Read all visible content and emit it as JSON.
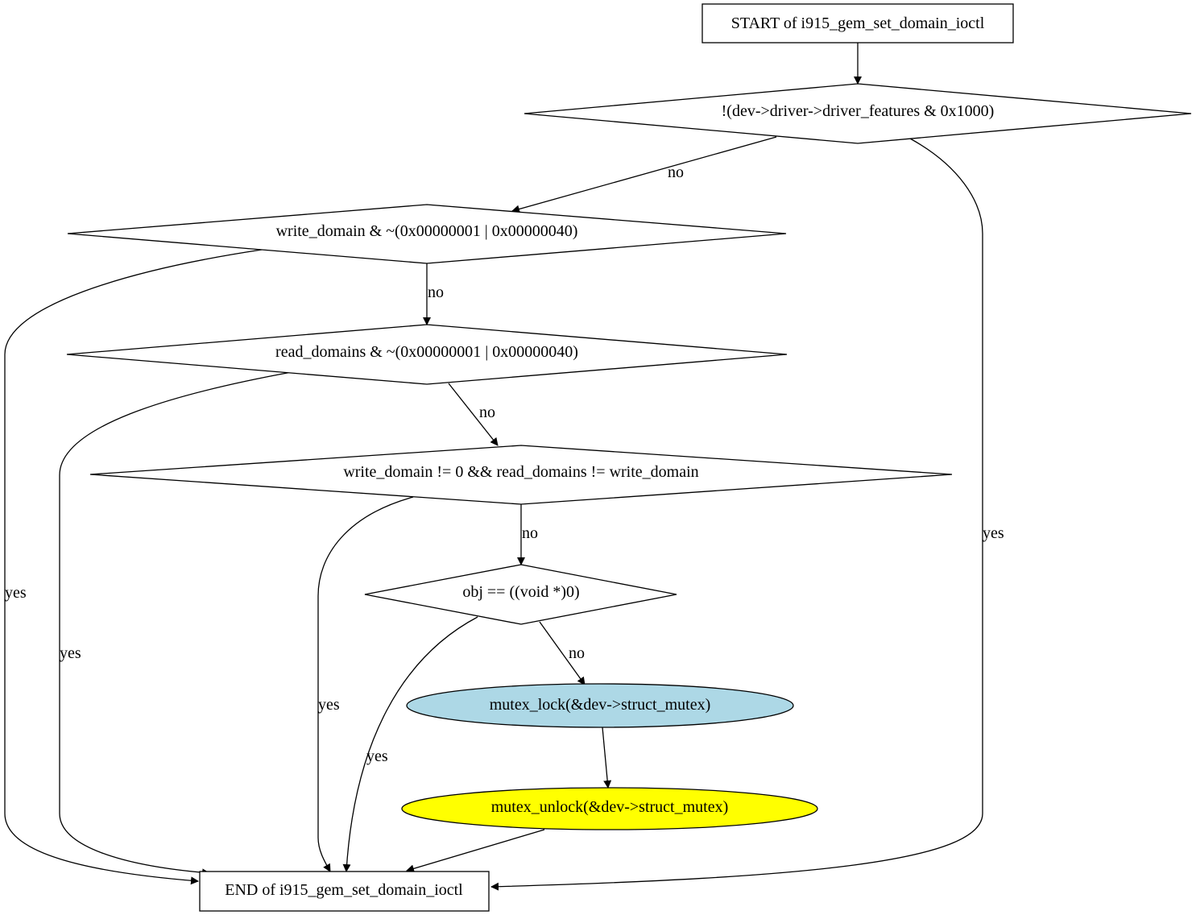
{
  "diagram": {
    "nodes": {
      "start": {
        "label": "START of i915_gem_set_domain_ioctl",
        "fill": "#ffffff"
      },
      "d1": {
        "label": "!(dev->driver->driver_features & 0x1000)",
        "fill": "#ffffff"
      },
      "d2": {
        "label": "write_domain & ~(0x00000001 | 0x00000040)",
        "fill": "#ffffff"
      },
      "d3": {
        "label": "read_domains & ~(0x00000001 | 0x00000040)",
        "fill": "#ffffff"
      },
      "d4": {
        "label": "write_domain != 0 && read_domains != write_domain",
        "fill": "#ffffff"
      },
      "d5": {
        "label": "obj == ((void *)0)",
        "fill": "#ffffff"
      },
      "lock": {
        "label": "mutex_lock(&dev->struct_mutex)",
        "fill": "#add8e6"
      },
      "unlock": {
        "label": "mutex_unlock(&dev->struct_mutex)",
        "fill": "#ffff00"
      },
      "end": {
        "label": "END of i915_gem_set_domain_ioctl",
        "fill": "#ffffff"
      }
    },
    "edges": {
      "d1_no": "no",
      "d1_yes": "yes",
      "d2_no": "no",
      "d2_yes": "yes",
      "d3_no": "no",
      "d3_yes": "yes",
      "d4_no": "no",
      "d4_yes": "yes",
      "d5_no": "no",
      "d5_yes": "yes"
    }
  }
}
